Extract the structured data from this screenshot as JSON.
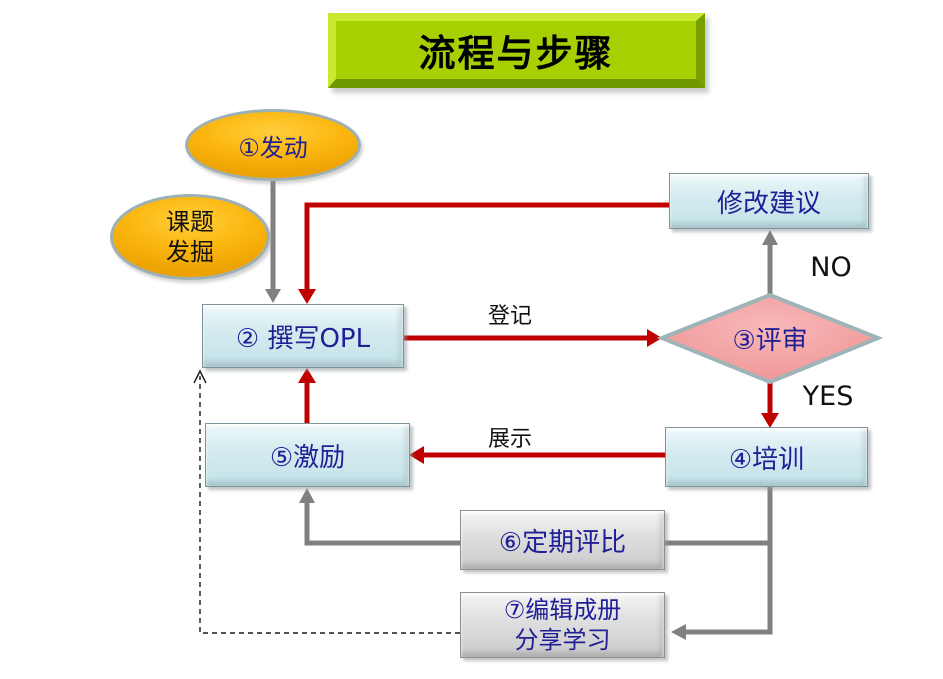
{
  "title": {
    "label": "流程与步骤"
  },
  "nodes": {
    "start": {
      "label": "①发动"
    },
    "topic": {
      "line1": "课题",
      "line2": "发掘"
    },
    "write_opl": {
      "label": "② 撰写OPL"
    },
    "revise": {
      "label": "修改建议"
    },
    "review": {
      "label": "③评审"
    },
    "training": {
      "label": "④培训"
    },
    "incentive": {
      "label": "⑤激励"
    },
    "evaluation": {
      "label": "⑥定期评比"
    },
    "compile": {
      "line1": "⑦编辑成册",
      "line2": "分享学习"
    }
  },
  "edge_labels": {
    "register": "登记",
    "display": "展示",
    "no": "NO",
    "yes": "YES"
  },
  "colors": {
    "arrow_red": "#C00000",
    "arrow_gray": "#808080",
    "title_green": "#A6D002",
    "node_blue": "#CDE9ED",
    "node_pink": "#F2A0A0",
    "node_gray": "#D6D6D6",
    "node_orange": "#FBB60E",
    "text_navy": "#1F1F96"
  }
}
